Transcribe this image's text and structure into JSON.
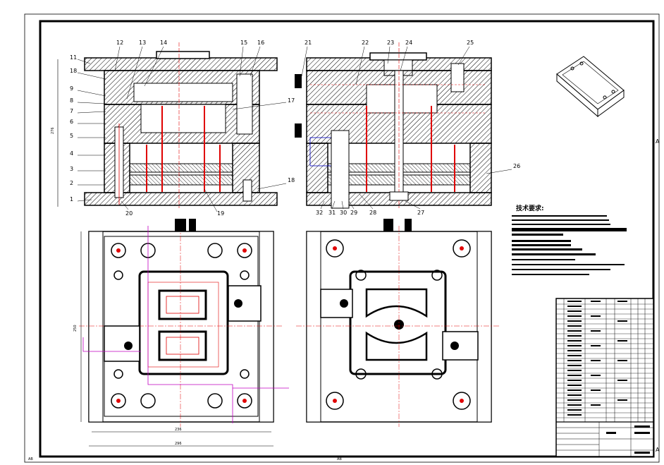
{
  "part_labels_top": [
    "11",
    "12",
    "13",
    "14",
    "15",
    "16",
    "21",
    "22",
    "23",
    "24",
    "25"
  ],
  "part_labels_left": [
    "18",
    "9",
    "8",
    "7",
    "6",
    "5",
    "4",
    "3",
    "2",
    "1"
  ],
  "part_labels_bottom_left": [
    "20",
    "19"
  ],
  "part_labels_mid": [
    "17",
    "18"
  ],
  "part_labels_bottom_right": [
    "32",
    "31",
    "30",
    "29",
    "28",
    "27"
  ],
  "part_label_right": "26",
  "edge_marks": {
    "right_a_top": "A",
    "right_a_bottom": "A",
    "left_bottom": "AB",
    "center_bottom": "AB"
  },
  "tech_req_title": "技术要求:",
  "colors": {
    "line": "#000000",
    "hatch": "#000000",
    "red": "#e00000",
    "magenta": "#c000c0",
    "blue": "#0000c0"
  }
}
